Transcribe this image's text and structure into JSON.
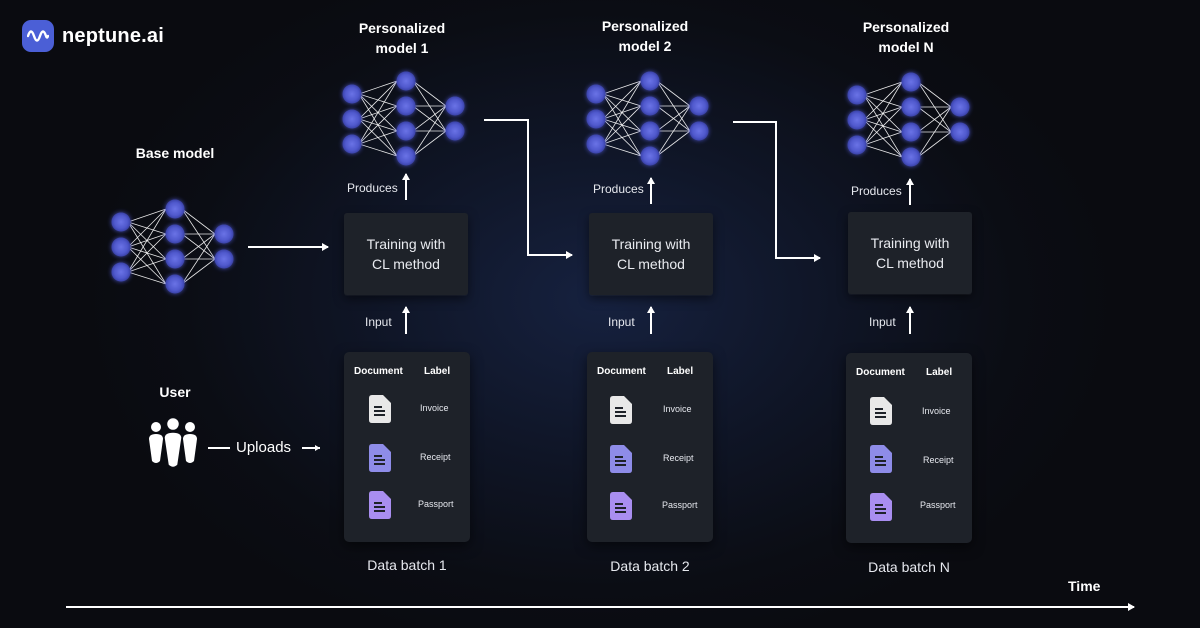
{
  "brand": {
    "name": "neptune.ai",
    "logo_icon": "neptune-logo-icon"
  },
  "base_model": {
    "title": "Base model"
  },
  "user": {
    "title": "User",
    "uploads_label": "Uploads"
  },
  "stages": [
    {
      "title_line1": "Personalized",
      "title_line2": "model 1",
      "produces_label": "Produces",
      "training_line1": "Training with",
      "training_line2": "CL method",
      "input_label": "Input",
      "table": {
        "col_document": "Document",
        "col_label": "Label",
        "rows": [
          {
            "label": "Invoice",
            "color": "#e8e8e8"
          },
          {
            "label": "Receipt",
            "color": "#8e8ce8"
          },
          {
            "label": "Passport",
            "color": "#a98ef0"
          }
        ]
      },
      "batch_label": "Data batch 1"
    },
    {
      "title_line1": "Personalized",
      "title_line2": "model 2",
      "produces_label": "Produces",
      "training_line1": "Training with",
      "training_line2": "CL method",
      "input_label": "Input",
      "table": {
        "col_document": "Document",
        "col_label": "Label",
        "rows": [
          {
            "label": "Invoice",
            "color": "#e8e8e8"
          },
          {
            "label": "Receipt",
            "color": "#8e8ce8"
          },
          {
            "label": "Passport",
            "color": "#a98ef0"
          }
        ]
      },
      "batch_label": "Data batch 2"
    },
    {
      "title_line1": "Personalized",
      "title_line2": "model N",
      "produces_label": "Produces",
      "training_line1": "Training with",
      "training_line2": "CL method",
      "input_label": "Input",
      "table": {
        "col_document": "Document",
        "col_label": "Label",
        "rows": [
          {
            "label": "Invoice",
            "color": "#e8e8e8"
          },
          {
            "label": "Receipt",
            "color": "#8e8ce8"
          },
          {
            "label": "Passport",
            "color": "#a98ef0"
          }
        ]
      },
      "batch_label": "Data batch N"
    }
  ],
  "timeline": {
    "label": "Time"
  },
  "colors": {
    "node": "#5b63d6",
    "node_glow": "#6f78ff",
    "arrow": "#ffffff",
    "card": "#1e2229"
  }
}
